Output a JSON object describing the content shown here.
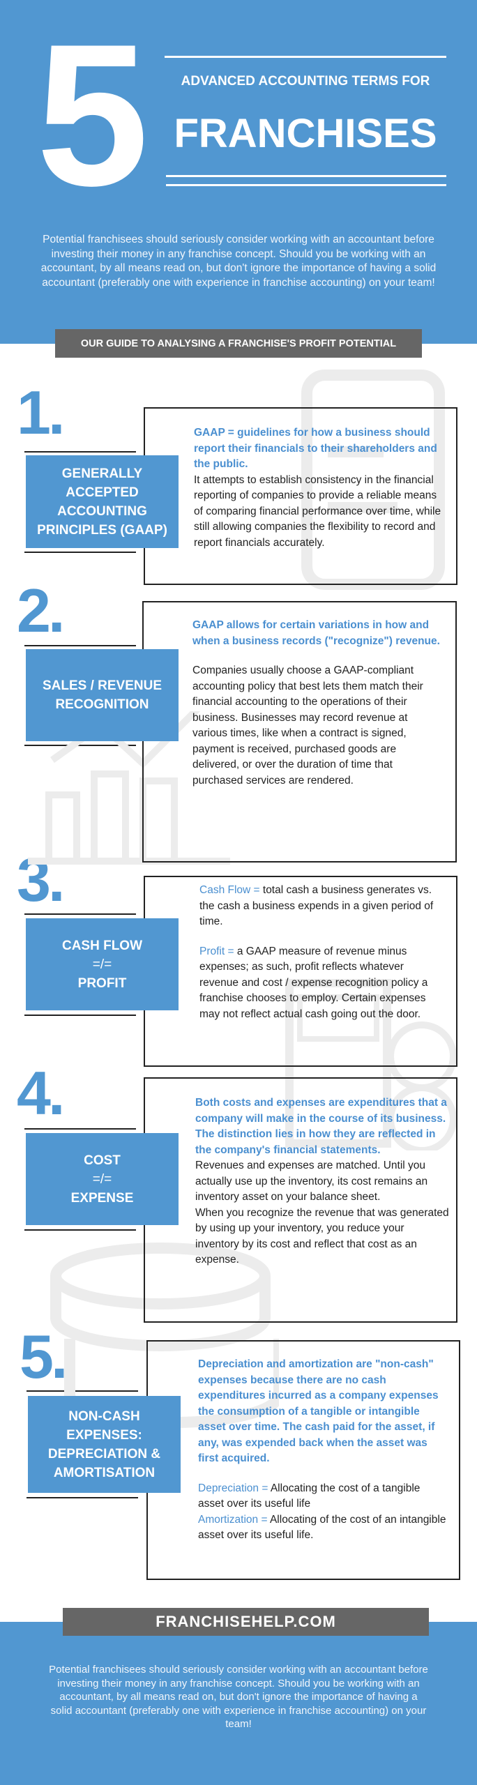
{
  "header": {
    "big_number": "5",
    "subtitle": "Advanced Accounting Terms for",
    "title": "Franchises",
    "intro": "Potential franchisees should seriously consider working with an accountant before investing their money in any franchise concept. Should you be working with an accountant, by all means read on, but don't ignore the importance of having a solid accountant (preferably one with experience in franchise accounting) on your team!"
  },
  "guide_banner": "Our guide to analysing a franchise's profit potential",
  "sections": [
    {
      "number": "1.",
      "label_lines": [
        "Generally",
        "Accepted",
        "Accounting",
        "Principles (GAAP)"
      ],
      "highlight": "GAAP = guidelines for how a business should report their financials to their shareholders and the public.",
      "body": "It attempts to establish consistency in the financial reporting of companies to provide a reliable means of comparing financial performance over time, while still allowing companies the flexibility to record and report financials accurately."
    },
    {
      "number": "2.",
      "label_lines": [
        "Sales / Revenue",
        "Recognition"
      ],
      "highlight": "GAAP allows for certain variations in how and when a business records (\"recognize\") revenue.",
      "body": "Companies usually choose a GAAP-compliant accounting policy that best lets them match their financial accounting to the operations of their business. Businesses may record revenue at various times, like when a contract is signed, payment is received, purchased goods are delivered, or over the duration of time that purchased services are rendered."
    },
    {
      "number": "3.",
      "label_lines": [
        "Cash Flow",
        "=/=",
        "Profit"
      ],
      "term1": "Cash Flow =",
      "def1": " total cash a business generates vs. the cash a business expends in a given period of time.",
      "term2": "Profit =",
      "def2": " a GAAP measure of revenue minus expenses; as such, profit reflects whatever revenue and cost / expense recognition policy a franchise chooses to employ. Certain expenses may not reflect actual cash going out the door."
    },
    {
      "number": "4.",
      "label_lines": [
        "Cost",
        "=/=",
        "Expense"
      ],
      "highlight": "Both costs and expenses are expenditures that a company will make in the course of its business. The distinction lies in how they are reflected in the company's financial statements.",
      "body1": "Revenues and expenses are matched. Until you actually use up the inventory, its cost remains an inventory asset on your balance sheet.",
      "body2": "When you recognize the revenue that was generated by using up your inventory, you reduce your inventory by its cost and reflect that cost as an expense."
    },
    {
      "number": "5.",
      "label_lines": [
        "Non-Cash",
        "Expenses:",
        "Depreciation &",
        "Amortisation"
      ],
      "highlight": "Depreciation and amortization are \"non-cash\" expenses because there are no cash expenditures incurred as a company expenses the consumption of a tangible or intangible asset over time. The cash paid for the asset, if any, was expended back when the asset was first acquired.",
      "term1": "Depreciation =",
      "def1": " Allocating the cost of a tangible asset over its useful life",
      "term2": "Amortization =",
      "def2": " Allocating of the cost of an intangible asset over its useful life."
    }
  ],
  "footer": {
    "site": "FranchiseHelp.com",
    "text": "Potential franchisees should seriously consider working with an accountant before investing their money in any franchise concept. Should you be working with an accountant, by all means read on, but don't ignore the importance of having a solid accountant (preferably one with experience in franchise accounting) on your team!"
  },
  "colors": {
    "blue": "#5197d1",
    "gray_banner": "#666666",
    "highlight": "#4a8fd0"
  }
}
